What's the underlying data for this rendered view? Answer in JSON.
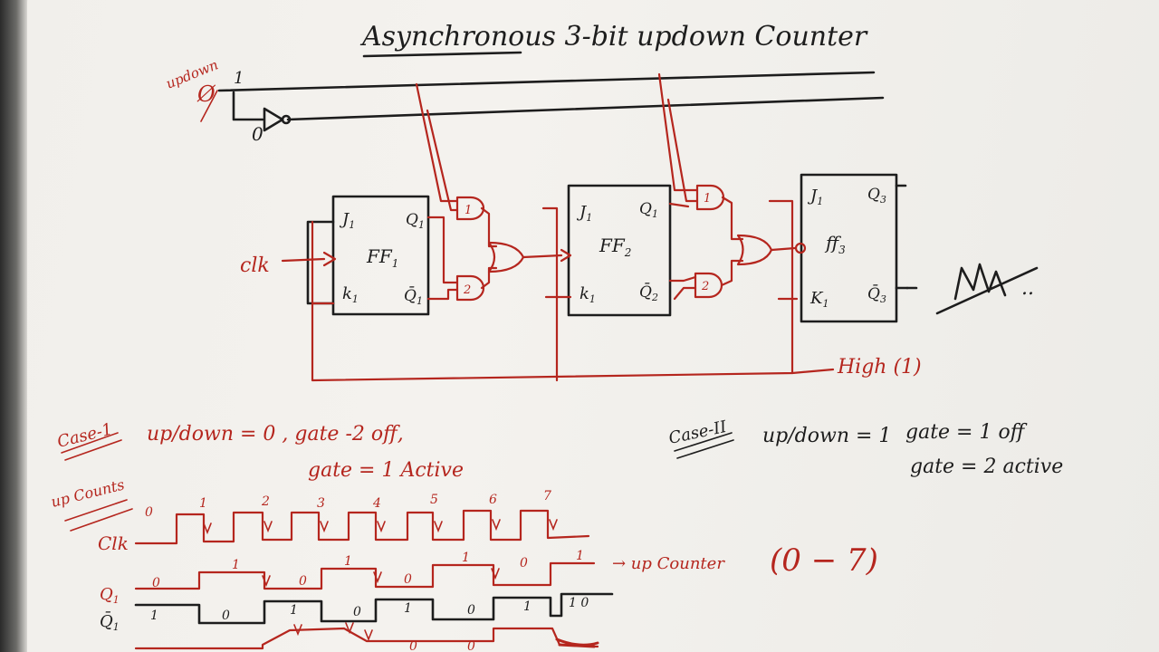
{
  "title": "Asynchronous 3-bit updown Counter",
  "circuit": {
    "updown_label": "updown",
    "input_zero": "Ø",
    "line_one": "1",
    "line_zero": "0",
    "clk_label": "clk",
    "high_label": "High (1)",
    "signature": "M",
    "signature_dots": "..",
    "flipflops": [
      {
        "j": "J",
        "j_sub": "1",
        "k": "k",
        "k_sub": "1",
        "q": "Q",
        "q_sub": "1",
        "qbar": "Q̄",
        "qbar_sub": "1",
        "name": "FF",
        "name_sub": "1"
      },
      {
        "j": "J",
        "j_sub": "1",
        "k": "k",
        "k_sub": "1",
        "q": "Q",
        "q_sub": "1",
        "qbar": "Q̄",
        "qbar_sub": "2",
        "name": "FF",
        "name_sub": "2"
      },
      {
        "j": "J",
        "j_sub": "1",
        "k": "K",
        "k_sub": "1",
        "q": "Q",
        "q_sub": "3",
        "qbar": "Q̄",
        "qbar_sub": "3",
        "name": "ff",
        "name_sub": "3"
      }
    ],
    "gates": [
      "1",
      "2",
      "1",
      "2"
    ]
  },
  "case1": {
    "label": "Case-1",
    "line1": "up/down = 0   , gate -2 off,",
    "line2": "gate = 1  Active"
  },
  "case2": {
    "label": "Case-II",
    "line1": "up/down = 1",
    "gate_line1": "gate = 1 off",
    "gate_line2": "gate = 2 active"
  },
  "timing": {
    "section_label": "up Counts",
    "clk_label": "Clk",
    "q1_label": "Q",
    "q1_sub": "1",
    "q1bar_label": "Q̄",
    "q1bar_sub": "1",
    "clock_numbers": [
      "0",
      "1",
      "2",
      "3",
      "4",
      "5",
      "6",
      "7"
    ],
    "q1_values": [
      "0",
      "1",
      "0",
      "1",
      "0",
      "1",
      "0",
      "1"
    ],
    "q1_end_values": "1 0",
    "q1bar_values": [
      "1",
      "0",
      "1",
      "0",
      "1",
      "0",
      "1",
      "0"
    ],
    "arrow_label": "→ up Counter",
    "range": "(0 − 7)"
  },
  "colors": {
    "ink_black": "#1d1d1d",
    "ink_red": "#b5261e",
    "paper": "#f4f2ee"
  }
}
